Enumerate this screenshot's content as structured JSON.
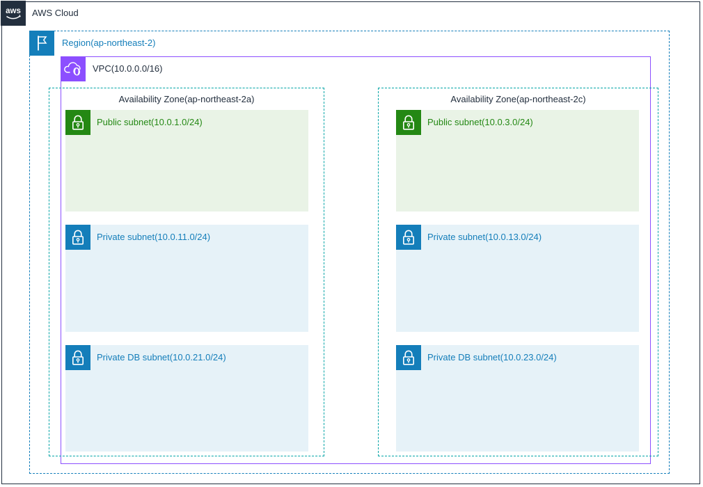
{
  "header": {
    "logo_text": "aws",
    "title": "AWS Cloud"
  },
  "region": {
    "label": "Region(ap-northeast-2)",
    "icon": "flag-icon"
  },
  "vpc": {
    "label": "VPC(10.0.0.0/16)",
    "icon": "vpc-cloud-icon"
  },
  "azs": [
    {
      "label": "Availability Zone(ap-northeast-2a)",
      "subnets": [
        {
          "label": "Public subnet(10.0.1.0/24)",
          "type": "public"
        },
        {
          "label": "Private subnet(10.0.11.0/24)",
          "type": "private"
        },
        {
          "label": "Private DB subnet(10.0.21.0/24)",
          "type": "private"
        }
      ]
    },
    {
      "label": "Availability Zone(ap-northeast-2c)",
      "subnets": [
        {
          "label": "Public subnet(10.0.3.0/24)",
          "type": "public"
        },
        {
          "label": "Private subnet(10.0.13.0/24)",
          "type": "private"
        },
        {
          "label": "Private DB subnet(10.0.23.0/24)",
          "type": "private"
        }
      ]
    }
  ],
  "colors": {
    "aws_cloud_outline": "#232F3E",
    "region_outline": "#147EBA",
    "vpc_outline": "#8C4FFF",
    "az_outline": "#00A4A6",
    "public_subnet_fill": "#E9F3E6",
    "public_subnet_accent": "#248814",
    "private_subnet_fill": "#E6F2F8",
    "private_subnet_accent": "#147EBA"
  }
}
